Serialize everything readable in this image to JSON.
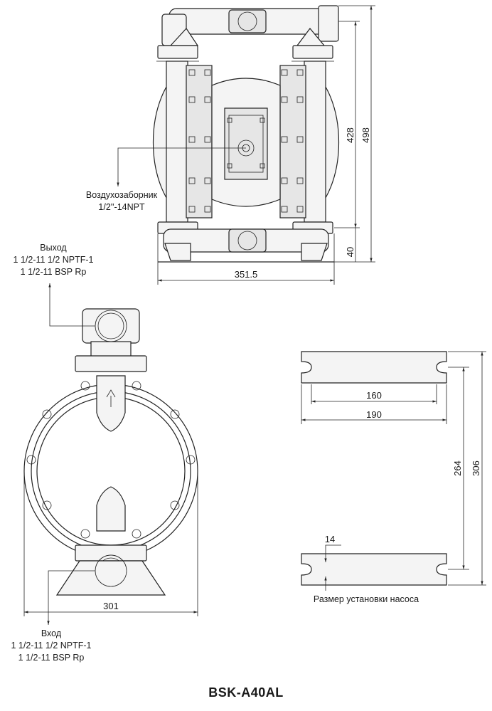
{
  "title": "BSK-A40AL",
  "labels": {
    "air_inlet": {
      "line1": "Воздухозаборник",
      "line2": "1/2''-14NPT"
    },
    "outlet": {
      "line1": "Выход",
      "line2": "1 1/2-11 1/2 NPTF-1",
      "line3": "1 1/2-11 BSP Rp"
    },
    "inlet": {
      "line1": "Вход",
      "line2": "1 1/2-11 1/2 NPTF-1",
      "line3": "1 1/2-11 BSP Rp"
    },
    "mounting": "Размер установки насоса"
  },
  "dimensions": {
    "front_height_inner": "428",
    "front_height_total": "498",
    "front_base": "40",
    "front_width": "351.5",
    "side_width": "301",
    "slot_inner": "160",
    "slot_outer": "190",
    "mount_inner": "264",
    "mount_outer": "306",
    "slot_width": "14"
  }
}
